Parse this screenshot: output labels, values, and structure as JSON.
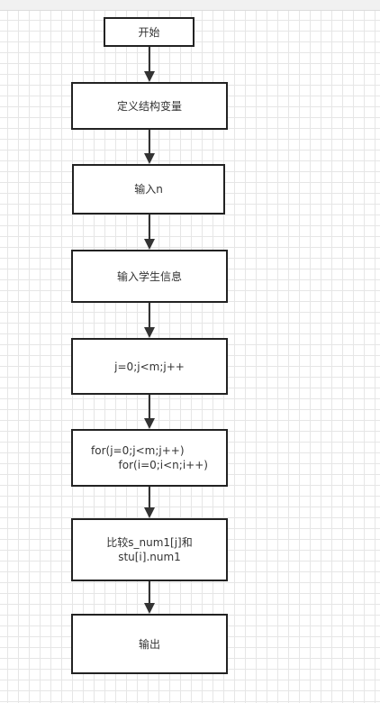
{
  "nodes": [
    {
      "id": "start",
      "label": "开始"
    },
    {
      "id": "define",
      "label": "定义结构变量"
    },
    {
      "id": "input-n",
      "label": "输入n"
    },
    {
      "id": "input-info",
      "label": "输入学生信息"
    },
    {
      "id": "loop-j",
      "label": "j=0;j<m;j++"
    },
    {
      "id": "nested-loop",
      "label": "for(j=0;j<m;j++)\n        for(i=0;i<n;i++)"
    },
    {
      "id": "compare",
      "label": "比较s_num1[j]和\nstu[i].num1"
    },
    {
      "id": "output",
      "label": "输出"
    }
  ],
  "edges": [
    {
      "from": "start",
      "to": "define"
    },
    {
      "from": "define",
      "to": "input-n"
    },
    {
      "from": "input-n",
      "to": "input-info"
    },
    {
      "from": "input-info",
      "to": "loop-j"
    },
    {
      "from": "loop-j",
      "to": "nested-loop"
    },
    {
      "from": "nested-loop",
      "to": "compare"
    },
    {
      "from": "compare",
      "to": "output"
    }
  ]
}
